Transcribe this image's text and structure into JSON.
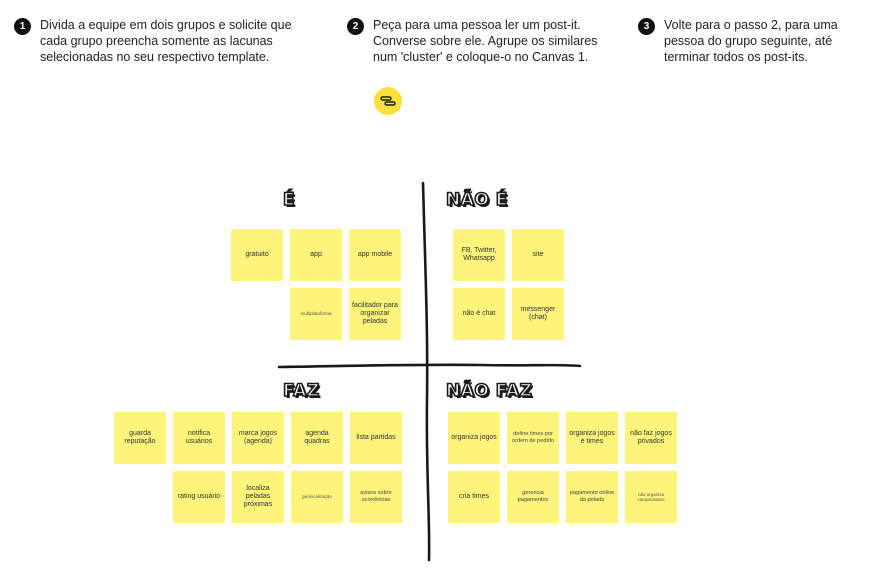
{
  "steps": [
    {
      "num": "1",
      "text": "Divida a equipe em dois grupos e solicite que cada grupo preencha somente as lacunas selecionadas no seu respectivo template."
    },
    {
      "num": "2",
      "text": "Peça para uma pessoa ler um post-it. Converse sobre ele. Agrupe os similares num 'cluster' e coloque-o no Canvas 1."
    },
    {
      "num": "3",
      "text": "Volte para o passo 2, para uma pessoa do grupo seguinte, até terminar todos os post-its."
    }
  ],
  "link_icon": "link-icon",
  "quadrants": {
    "e": "É",
    "nao_e": "NÃO É",
    "faz": "FAZ",
    "nao_faz": "NÃO FAZ"
  },
  "notes": {
    "e": [
      "gratuito",
      "app",
      "app mobile",
      "multiplataforma",
      "facilitador para organizar peladas"
    ],
    "nao_e": [
      "FB, Twitter, Whatsapp",
      "site",
      "não é chat",
      "messenger (chat)"
    ],
    "faz": [
      "guarda reputação",
      "notifica usuários",
      "marca jogos (agenda)",
      "agenda quadras",
      "lista partidas",
      "rating usuário",
      "localiza peladas próximas",
      "geolocalização",
      "avisos sobre ocorrências"
    ],
    "nao_faz": [
      "organiza jogos",
      "define times por ordem de pedido",
      "organiza jogos e times",
      "não faz jogos privados",
      "cria times",
      "gerencia pagamentos",
      "pagamento online da pelada",
      "não organiza campeonatos"
    ]
  },
  "colors": {
    "postit": "#fdf57b",
    "icon_bg": "#fde03a",
    "ink": "#1a1a1a"
  }
}
